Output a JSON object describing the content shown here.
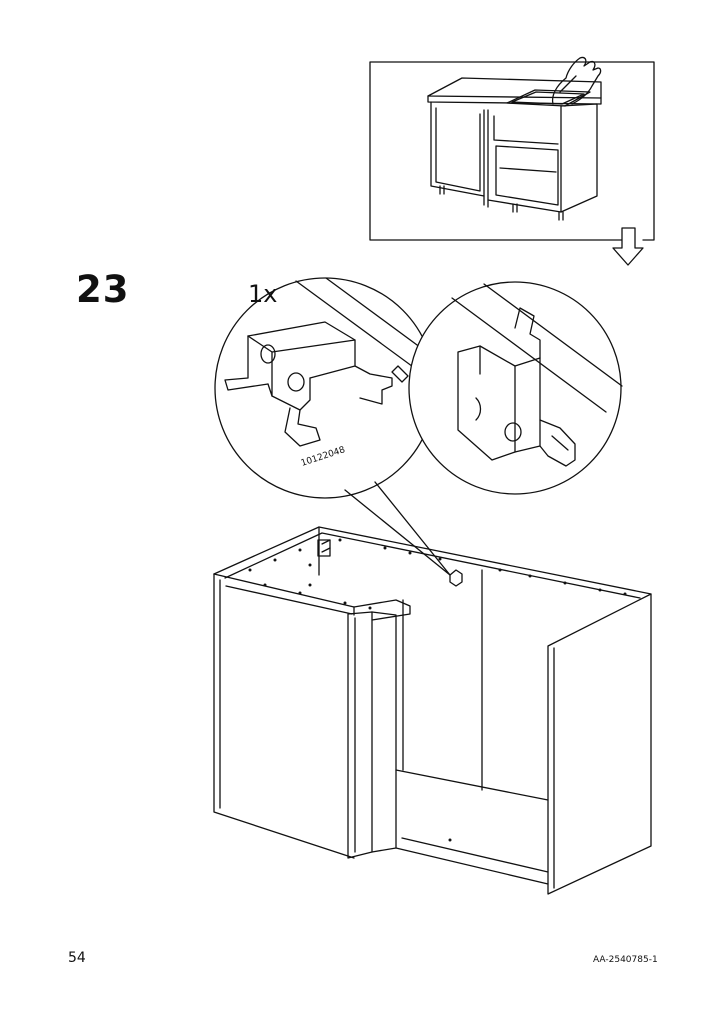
{
  "step": {
    "number": "23"
  },
  "callout": {
    "quantity": "1x",
    "part_number": "10122048"
  },
  "footer": {
    "page_number": "54",
    "document_code": "AA-2540785-1"
  }
}
